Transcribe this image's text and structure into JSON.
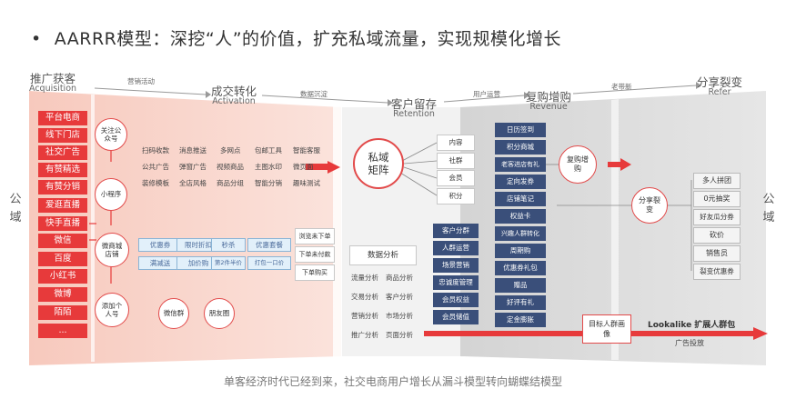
{
  "heading": {
    "bullet": "•",
    "text": "AARRR模型：深挖“人”的价值，扩充私域流量，实现规模化增长"
  },
  "sides": {
    "left": [
      "公",
      "域"
    ],
    "right": [
      "公",
      "域"
    ]
  },
  "stages": [
    {
      "cn": "推广获客",
      "en": "Acquisition"
    },
    {
      "cn": "成交转化",
      "en": "Activation"
    },
    {
      "cn": "客户留存",
      "en": "Retention"
    },
    {
      "cn": "复购增购",
      "en": "Revenue"
    },
    {
      "cn": "分享裂变",
      "en": "Refer"
    }
  ],
  "connectors": [
    "营销活动",
    "数据沉淀",
    "用户运营",
    "老带新"
  ],
  "channels": [
    "平台电商",
    "线下门店",
    "社交广告",
    "有赞精选",
    "有赞分销",
    "爱逛直播",
    "快手直播",
    "微信",
    "百度",
    "小红书",
    "微博",
    "陌陌",
    "..."
  ],
  "activation": {
    "circles": [
      "关注公众号",
      "小程序",
      "微商城店铺",
      "添加个人号"
    ],
    "tools": [
      [
        "扫码收款",
        "消息推送",
        "多网点",
        "包邮工具",
        "智能客服"
      ],
      [
        "公共广告",
        "弹窗广告",
        "视频商品",
        "主图水印",
        "微页面"
      ],
      [
        "装修模板",
        "全店风格",
        "商品分组",
        "智能分销",
        "趣味测试"
      ]
    ],
    "promos": [
      [
        "优惠券",
        "限时折扣",
        "秒杀",
        "优惠套餐"
      ],
      [
        "满减送",
        "加价购",
        "第2件半价",
        "打包一口价"
      ]
    ],
    "group_circles": [
      "微信群",
      "朋友圈"
    ],
    "order_steps": [
      "浏览未下单",
      "下单未付款",
      "下单购买"
    ]
  },
  "retention": {
    "private": "私域矩阵",
    "pool": [
      "内容",
      "社群",
      "会员",
      "积分"
    ],
    "analysis_title": "数据分析",
    "analysis": [
      [
        "流量分析",
        "商品分析"
      ],
      [
        "交易分析",
        "客户分析"
      ],
      [
        "营销分析",
        "市场分析"
      ],
      [
        "推广分析",
        "页面分析"
      ]
    ]
  },
  "operation": [
    "客户分群",
    "人群运营",
    "场景营销",
    "忠诚度管理",
    "会员权益",
    "会员储值"
  ],
  "revenue": {
    "tools": [
      "日历签到",
      "积分商城",
      "老客进店有礼",
      "定向发券",
      "店铺笔记",
      "权益卡",
      "兴趣人群转化",
      "周期购",
      "优惠券礼包",
      "赠品",
      "好评有礼",
      "定金膨胀"
    ],
    "circle": "复购增购"
  },
  "refer": {
    "circle": "分享裂变",
    "tools": [
      "多人拼团",
      "0元抽奖",
      "好友瓜分券",
      "砍价",
      "销售员",
      "裂变优惠券"
    ]
  },
  "bottom": {
    "target": "目标人群画像",
    "lookalike": "Lookalike 扩展人群包",
    "ad": "广告投放"
  },
  "footer": "单客经济时代已经到来，社交电商用户增长从漏斗模型转向蝴蝶结模型"
}
